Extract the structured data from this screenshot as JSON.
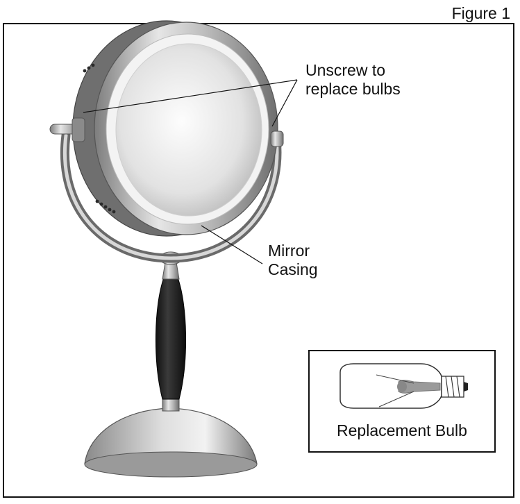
{
  "figure_label": "Figure 1",
  "callouts": {
    "unscrew_line1": "Unscrew to",
    "unscrew_line2": "replace bulbs",
    "casing_line1": "Mirror",
    "casing_line2": "Casing"
  },
  "inset": {
    "caption": "Replacement Bulb"
  }
}
